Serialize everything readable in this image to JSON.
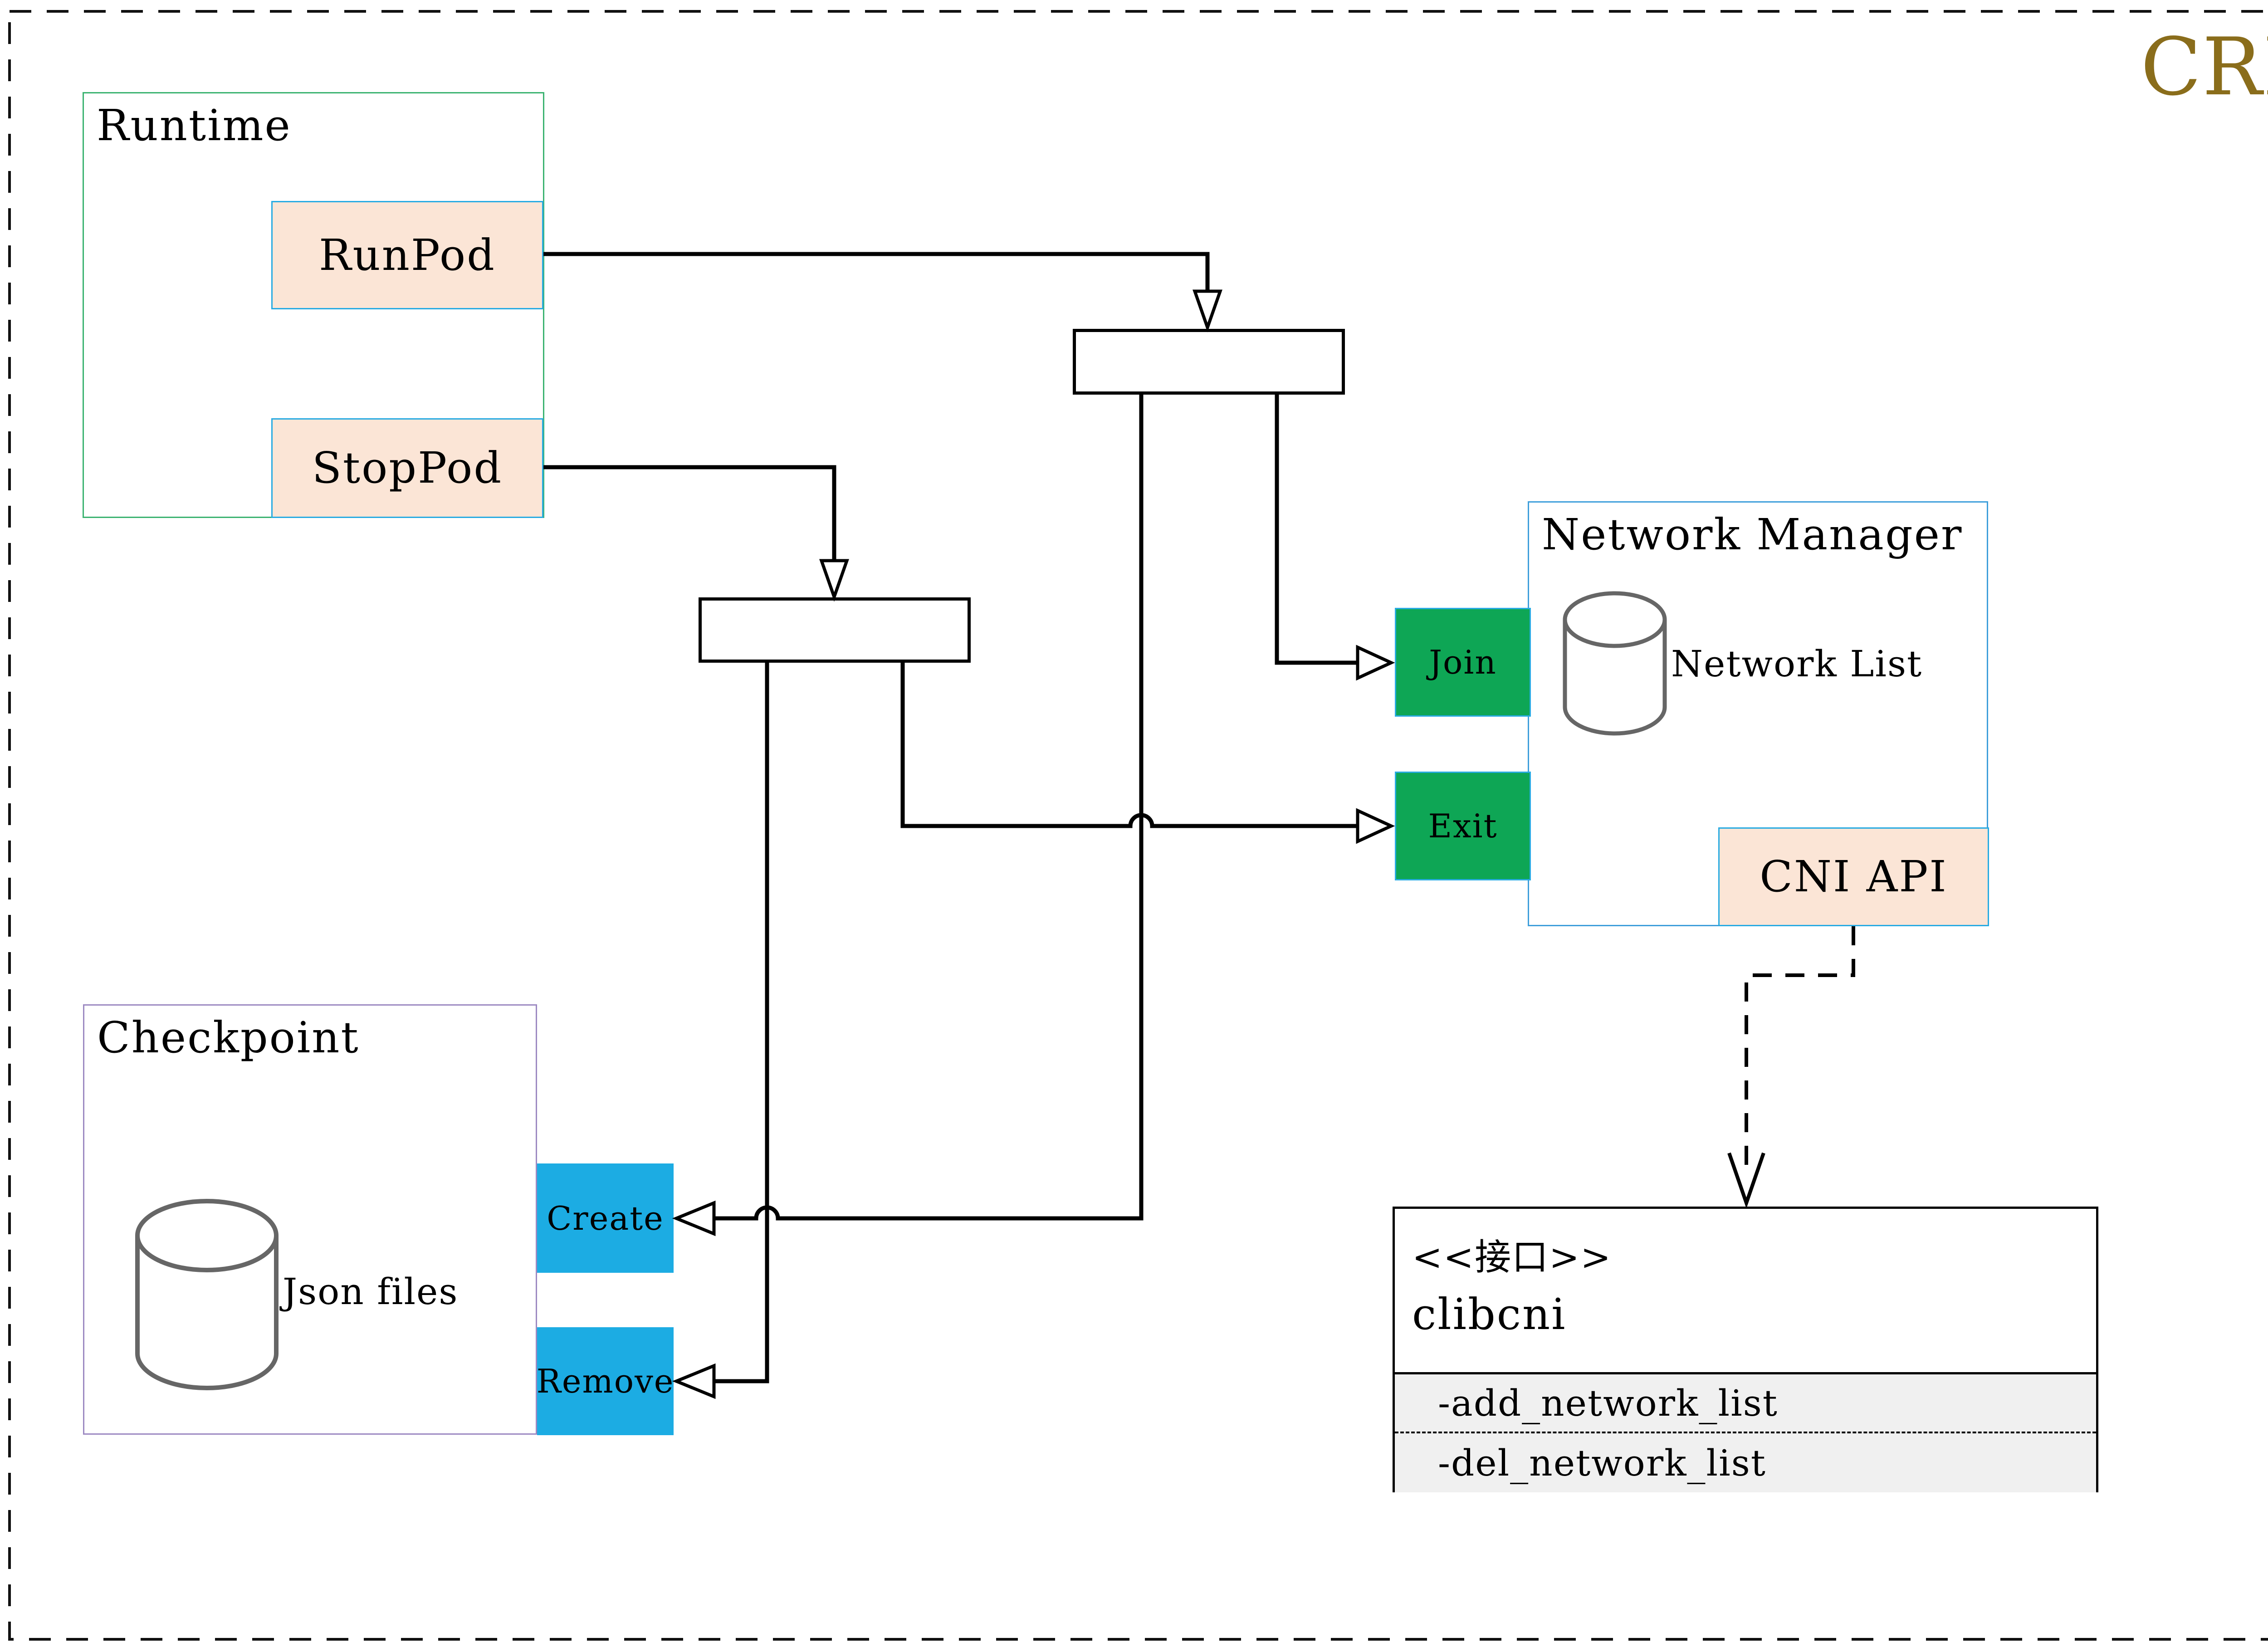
{
  "title": {
    "text": "CRI",
    "color": "#8a6d1b"
  },
  "runtime": {
    "label": "Runtime",
    "run_pod_button": "RunPod",
    "stop_pod_button": "StopPod"
  },
  "network_manager": {
    "label": "Network Manager",
    "network_list_store": "Network List",
    "join_button": "Join",
    "exit_button": "Exit",
    "cni_api_button": "CNI API"
  },
  "checkpoint": {
    "label": "Checkpoint",
    "json_files_store": "Json files",
    "create_button": "Create",
    "remove_button": "Remove"
  },
  "interface_box": {
    "stereotype": "<<接口>>",
    "name": "clibcni",
    "methods": [
      "-add_network_list",
      "-del_network_list"
    ]
  },
  "icons": {
    "network_list_icon": "database-cylinder",
    "json_files_icon": "database-cylinder"
  },
  "colors": {
    "title_gold": "#8a6d1b",
    "green_button_fill": "#0ea655",
    "blue_button_fill": "#1cace3",
    "peach_fill": "#fbe5d6",
    "cyan_border": "#29abe2",
    "runtime_green_border": "#3cb371",
    "network_manager_blue_border": "#3f9fdb",
    "checkpoint_purple_border": "#9d8ac2",
    "iface_gray_fill": "#f0f0f0",
    "cylinder_stroke": "#666666",
    "line_black": "#000000"
  }
}
